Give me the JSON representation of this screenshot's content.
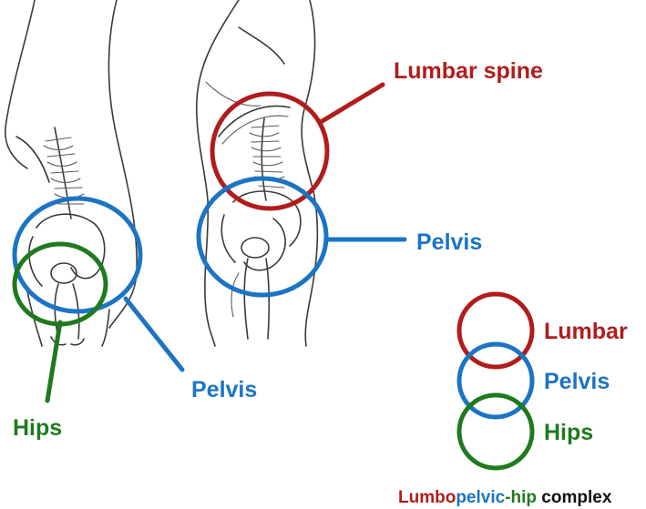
{
  "colors": {
    "lumbar": "#b01c1c",
    "pelvis": "#1b74c4",
    "hips": "#1f7a1f",
    "complex_suffix": "#111111"
  },
  "labels": {
    "lumbar_spine": "Lumbar spine",
    "pelvis_right": "Pelvis",
    "pelvis_left": "Pelvis",
    "hips_left": "Hips"
  },
  "legend": {
    "lumbar": "Lumbar",
    "pelvis": "Pelvis",
    "hips": "Hips"
  },
  "caption": {
    "part1": "Lumbo",
    "part2": "pelvic",
    "part3": "-hip",
    "part4": " complex"
  }
}
